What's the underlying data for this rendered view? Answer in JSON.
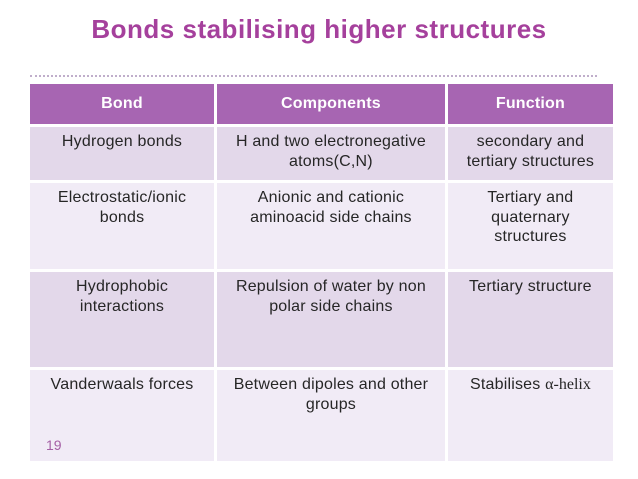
{
  "slide": {
    "title": "Bonds stabilising higher structures",
    "page_number": "19"
  },
  "table": {
    "headers": [
      "Bond",
      "Components",
      "Function"
    ],
    "rows": [
      {
        "bond": "Hydrogen bonds",
        "components": "H and two electronegative atoms(C,N)",
        "function": "secondary and tertiary structures"
      },
      {
        "bond": "Electrostatic/ionic bonds",
        "components": "Anionic and cationic aminoacid  side chains",
        "function": "Tertiary and quaternary structures"
      },
      {
        "bond": "Hydrophobic interactions",
        "components": "Repulsion of water by non polar side chains",
        "function": "Tertiary structure"
      },
      {
        "bond": "Vanderwaals forces",
        "components": "Between dipoles  and other groups",
        "function_prefix": "Stabilises ",
        "function_serif": "α-helix"
      }
    ]
  },
  "colors": {
    "title_text": "#a5409c",
    "header_bg": "#a765b2",
    "header_text": "#ffffff",
    "row_odd_bg": "#e3d8ea",
    "row_even_bg": "#f1ebf6",
    "body_text": "#262626",
    "page_number_text": "#a55fa5",
    "separator_dots": "#c0aecb"
  }
}
